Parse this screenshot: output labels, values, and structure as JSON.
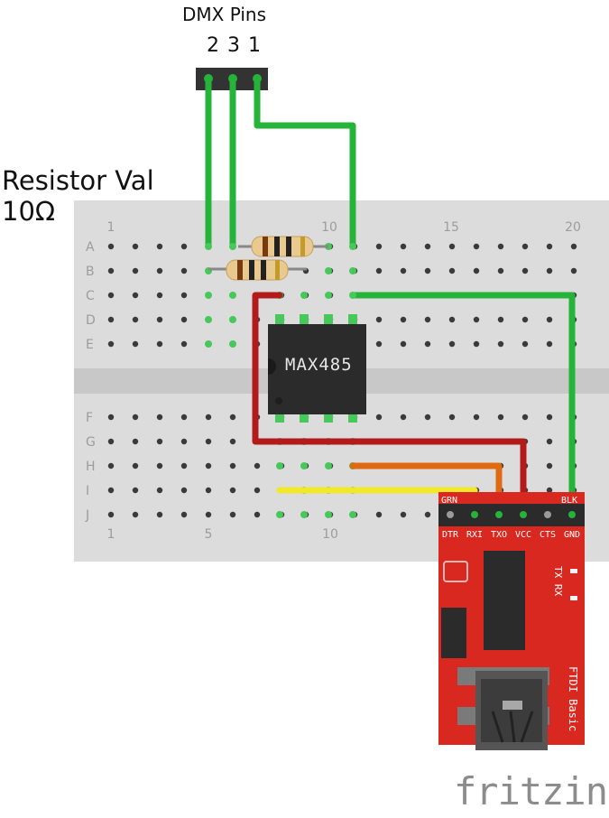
{
  "header": {
    "title": "DMX Pins",
    "pin_numbers": "2 3 1"
  },
  "resistor_label": {
    "line1": "Resistor Val",
    "line2": "10Ω"
  },
  "breadboard": {
    "top_columns": [
      "1",
      "10",
      "15",
      "20"
    ],
    "bottom_columns": [
      "1",
      "5",
      "10"
    ],
    "top_rows": [
      "A",
      "B",
      "C",
      "D",
      "E"
    ],
    "bottom_rows": [
      "F",
      "G",
      "H",
      "I",
      "J"
    ]
  },
  "chip": {
    "label": "MAX485"
  },
  "ftdi": {
    "corner_left": "GRN",
    "corner_right": "BLK",
    "pins": [
      "DTR",
      "RXI",
      "TXO",
      "VCC",
      "CTS",
      "GND"
    ],
    "leds": "TX RX",
    "name": "FTDI Basic"
  },
  "brand": "fritzing",
  "colors": {
    "wire_green": "#25b33a",
    "wire_red": "#b31b1b",
    "wire_orange": "#e06a12",
    "wire_yellow": "#f2e82a",
    "board_red": "#d8281f",
    "breadboard": "#dcdcdc"
  }
}
